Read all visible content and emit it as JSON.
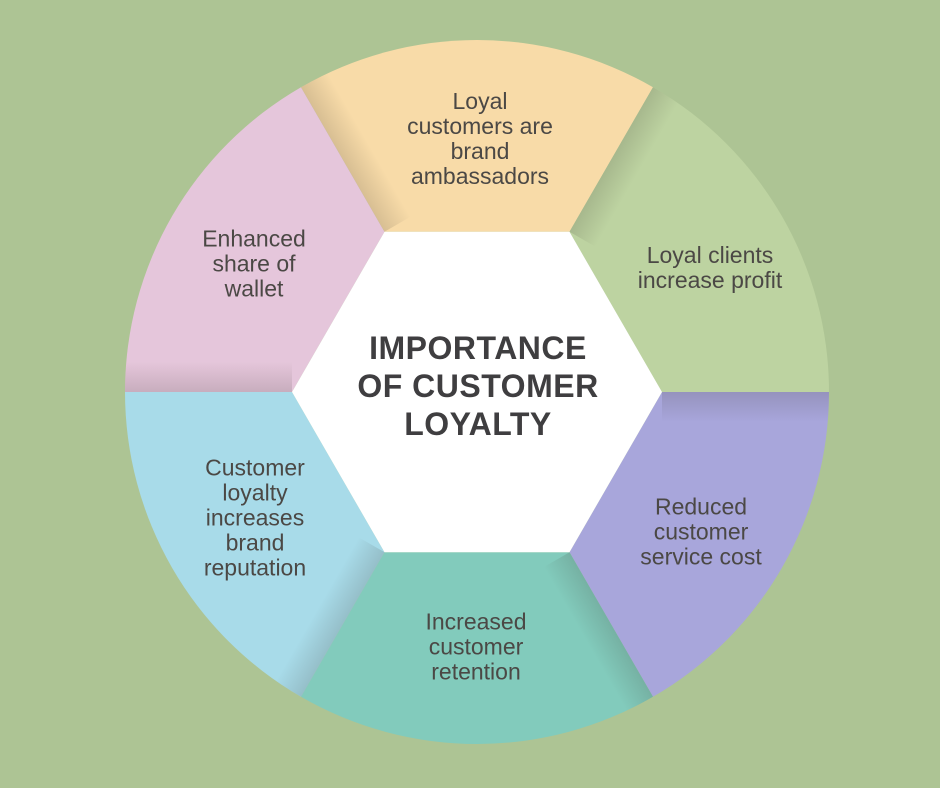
{
  "background_color": "#ADC494",
  "title": {
    "text": "IMPORTANCE OF CUSTOMER LOYALTY",
    "lines": [
      "IMPORTANCE",
      "OF CUSTOMER",
      "LOYALTY"
    ],
    "color": "#3F3E40"
  },
  "center": {
    "shape": "hexagon",
    "fill": "#FFFFFF"
  },
  "label_color": "#4B4845",
  "segments": [
    {
      "position": "top",
      "color": "#F8DBA8",
      "label": "Loyal customers are brand ambassadors",
      "lines": [
        "Loyal",
        "customers are",
        "brand",
        "ambassadors"
      ]
    },
    {
      "position": "top-right",
      "color": "#BDD3A1",
      "label": "Loyal clients increase profit",
      "lines": [
        "Loyal clients",
        "increase profit"
      ]
    },
    {
      "position": "bottom-right",
      "color": "#A8A6DB",
      "label": "Reduced customer service cost",
      "lines": [
        "Reduced",
        "customer",
        "service cost"
      ]
    },
    {
      "position": "bottom",
      "color": "#82CBBC",
      "label": "Increased customer retention",
      "lines": [
        "Increased",
        "customer",
        "retention"
      ]
    },
    {
      "position": "bottom-left",
      "color": "#A8DBE9",
      "label": "Customer loyalty increases brand reputation",
      "lines": [
        "Customer",
        "loyalty",
        "increases",
        "brand",
        "reputation"
      ]
    },
    {
      "position": "top-left",
      "color": "#E5C6DB",
      "label": "Enhanced share of wallet",
      "lines": [
        "Enhanced",
        "share of",
        "wallet"
      ]
    }
  ]
}
